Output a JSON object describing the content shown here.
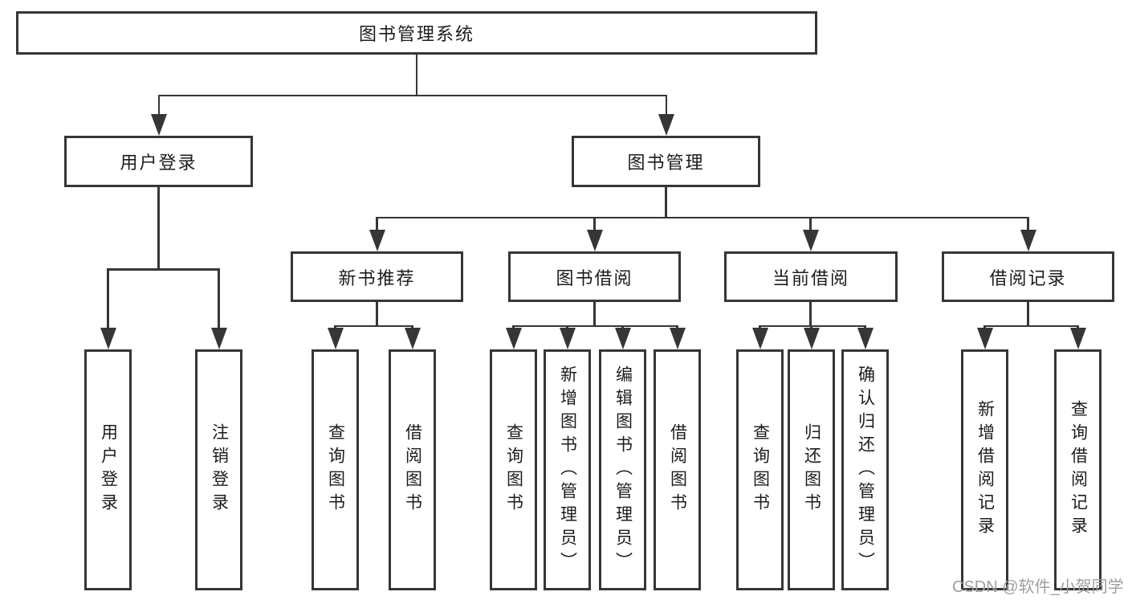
{
  "tree": {
    "root": "图书管理系统",
    "userLogin": {
      "label": "用户登录",
      "leaves": [
        "用户登录",
        "注销登录"
      ]
    },
    "bookMgmt": {
      "label": "图书管理"
    },
    "groups": [
      {
        "label": "新书推荐",
        "leaves": [
          "查询图书",
          "借阅图书"
        ]
      },
      {
        "label": "图书借阅",
        "leaves": [
          "查询图书",
          "新增图书（管理员）",
          "编辑图书（管理员）",
          "借阅图书"
        ]
      },
      {
        "label": "当前借阅",
        "leaves": [
          "查询图书",
          "归还图书",
          "确认归还（管理员）"
        ]
      },
      {
        "label": "借阅记录",
        "leaves": [
          "新增借阅记录",
          "查询借阅记录"
        ]
      }
    ]
  },
  "watermark": "CSDN @软件_小贺同学",
  "colors": {
    "line": "#363636",
    "text": "#1c1c1c",
    "watermark": "#9e9e9e",
    "background": "#ffffff"
  }
}
